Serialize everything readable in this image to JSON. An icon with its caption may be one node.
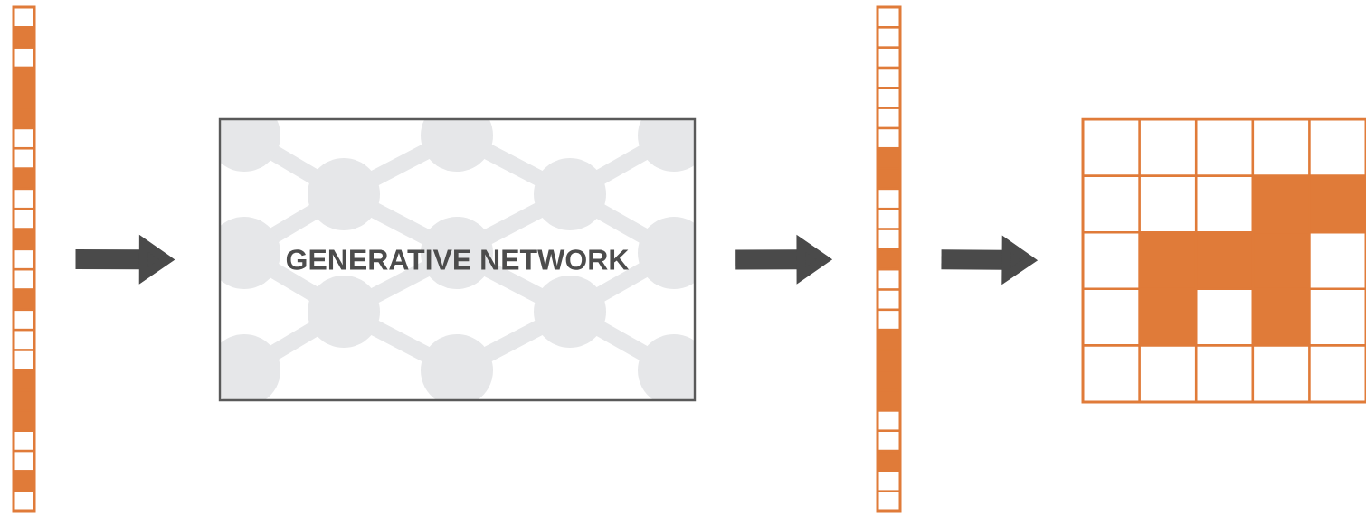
{
  "diagram": {
    "nodes": [
      {
        "text": [],
        "shape": "bar"
      },
      {
        "text": [
          "GENERATIVE NETWORK"
        ]
      },
      {
        "text": [],
        "shape": "bar"
      },
      {
        "text": [],
        "shape": "grid"
      }
    ],
    "edges": [
      {
        "from": 0,
        "to": 1,
        "arrow": "to"
      },
      {
        "from": 1,
        "to": 2,
        "arrow": "to"
      },
      {
        "from": 2,
        "to": 3,
        "arrow": "to"
      }
    ]
  }
}
